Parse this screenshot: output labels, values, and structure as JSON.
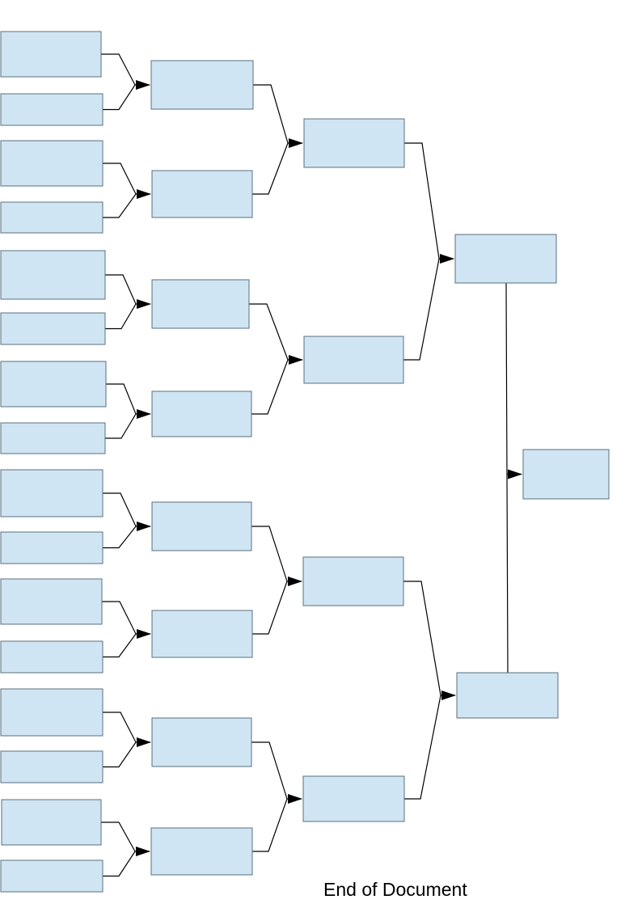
{
  "document": {
    "footer_text": "End of Document"
  },
  "bracket": {
    "rounds": [
      {
        "name": "round-1",
        "slot_count": 16
      },
      {
        "name": "round-2",
        "slot_count": 8
      },
      {
        "name": "round-3",
        "slot_count": 4
      },
      {
        "name": "semifinal",
        "slot_count": 2
      },
      {
        "name": "final",
        "slot_count": 1
      }
    ]
  },
  "colors": {
    "slot_fill": "#cfe5f3",
    "slot_border": "#5b6f7d",
    "connector": "#000000"
  }
}
